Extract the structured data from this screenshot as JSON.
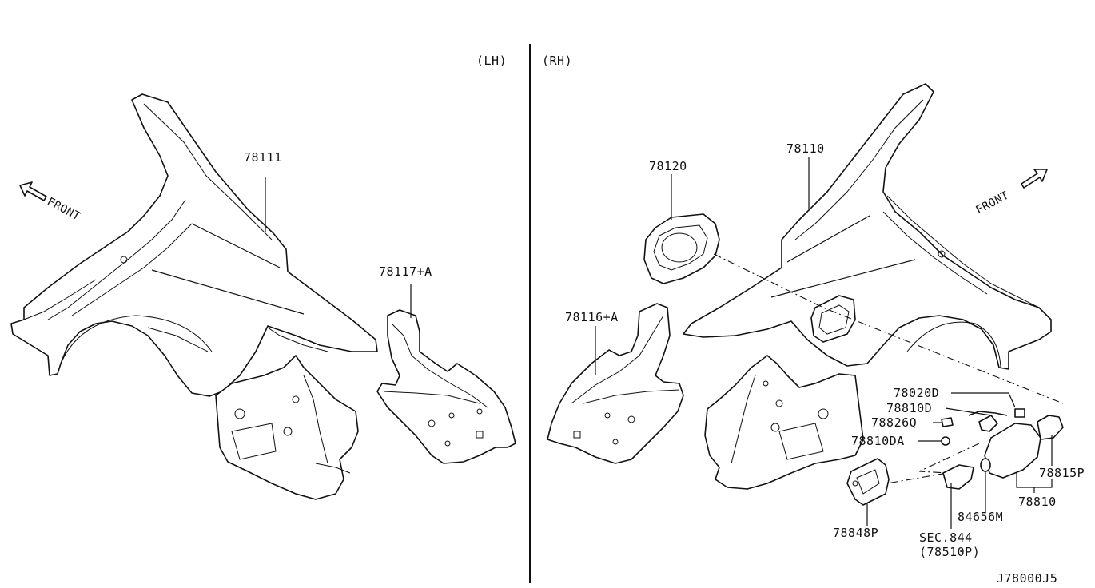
{
  "sides": {
    "left": "(LH)",
    "right": "(RH)"
  },
  "front_labels": {
    "left": "FRONT",
    "right": "FRONT"
  },
  "parts": {
    "p78111": "78111",
    "p78117a": "78117+A",
    "p78116a": "78116+A",
    "p78120": "78120",
    "p78110": "78110",
    "p78020d": "78020D",
    "p78810d": "78810D",
    "p78826q": "78826Q",
    "p78810da": "78810DA",
    "p78815p": "78815P",
    "p78810": "78810",
    "p84656m": "84656M",
    "p78848p": "78848P",
    "sec844": "SEC.844",
    "p78510p": "(78510P)"
  },
  "diagram_code": "J78000J5"
}
